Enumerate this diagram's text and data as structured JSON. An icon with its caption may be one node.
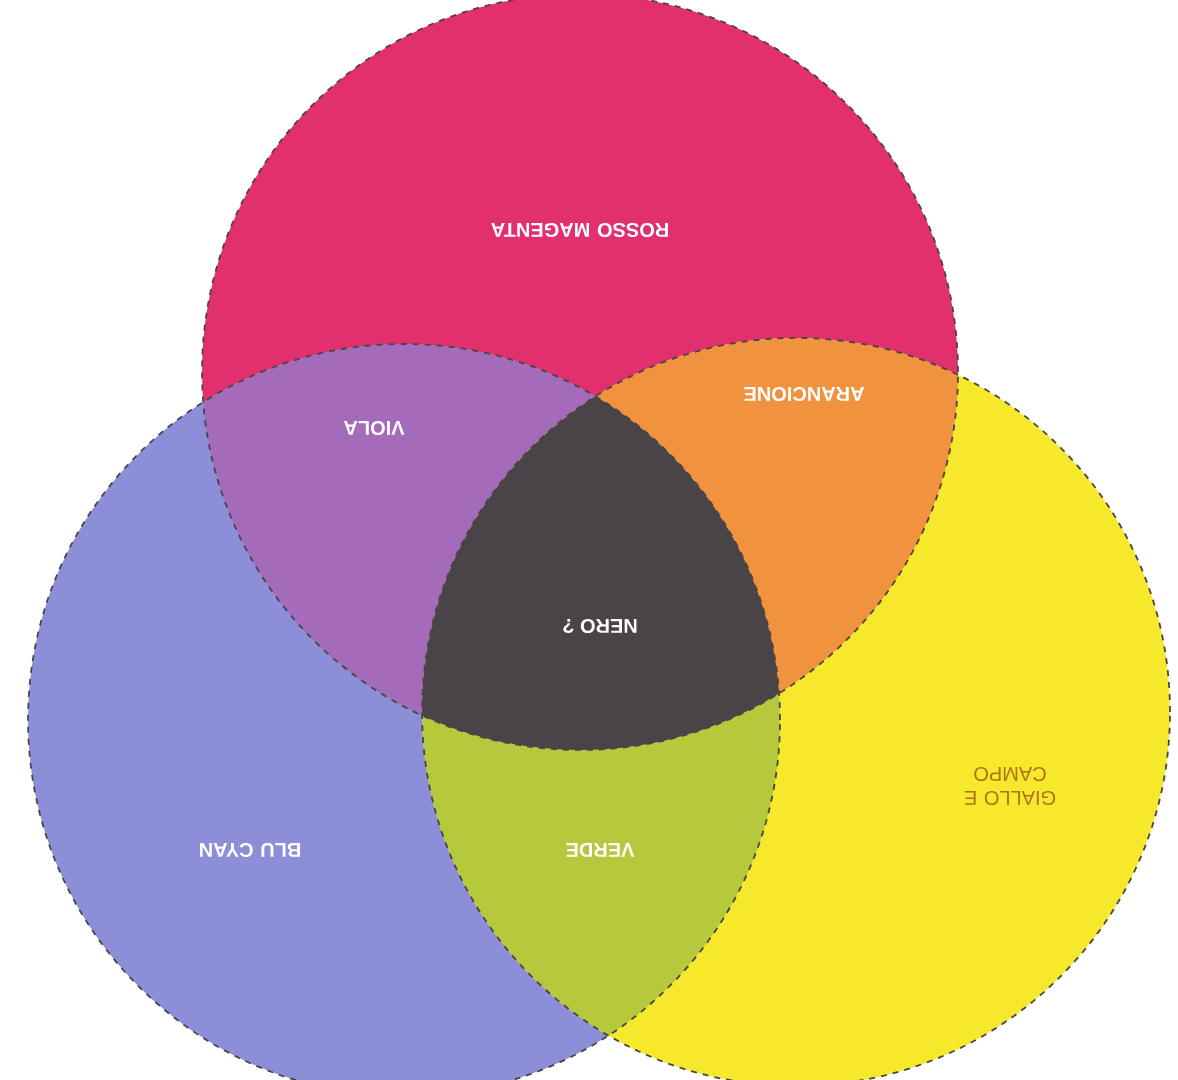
{
  "diagram": {
    "nodes": [
      {
        "text": [
          "ROSSO MAGENTA"
        ]
      },
      {
        "text": [
          "BLU CYAN"
        ]
      },
      {
        "text": [
          "GIALLO E CAMPO"
        ]
      }
    ],
    "labels": [
      "VIOLA",
      "ARANCIONE",
      "NERO ?",
      "VERDE"
    ]
  }
}
